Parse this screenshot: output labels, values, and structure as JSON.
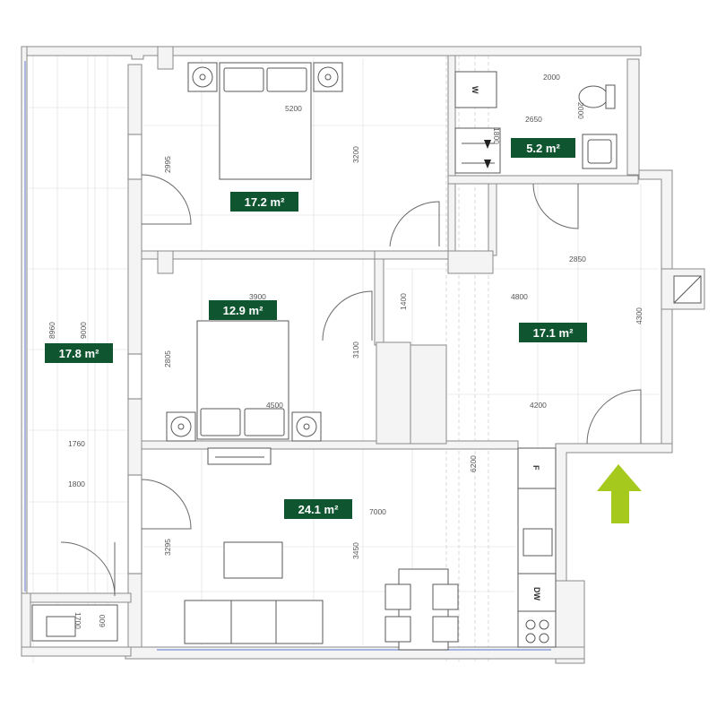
{
  "areas": {
    "bedroom_1": "17.2 m²",
    "bathroom": "5.2 m²",
    "bedroom_2": "12.9 m²",
    "hallway": "17.1 m²",
    "balcony": "17.8 m²",
    "living": "24.1 m²"
  },
  "dimensions": {
    "d5200": "5200",
    "d2995": "2995",
    "d3200": "3200",
    "d2000_top": "2000",
    "d2000_vert": "2000",
    "d2650": "2650",
    "d1800_bath": "1800",
    "d2850": "2850",
    "d4800": "4800",
    "d1400": "1400",
    "d4300": "4300",
    "d3900": "3900",
    "d2805": "2805",
    "d3100": "3100",
    "d4500": "4500",
    "d4200": "4200",
    "d8960": "8960",
    "d9000": "9000",
    "d1760": "1760",
    "d1800_balcony": "1800",
    "d6200": "6200",
    "d7000": "7000",
    "d3295": "3295",
    "d3450": "3450",
    "d1700": "1700",
    "d600": "600"
  },
  "fixture_labels": {
    "washer": "W",
    "fridge": "F",
    "dishwasher": "DW"
  },
  "colors": {
    "area_label_bg": "#0f5530",
    "entrance_arrow": "#a6c91d",
    "window_line": "#7b8fd8"
  },
  "icons": {
    "entrance": "arrow-up-icon"
  }
}
